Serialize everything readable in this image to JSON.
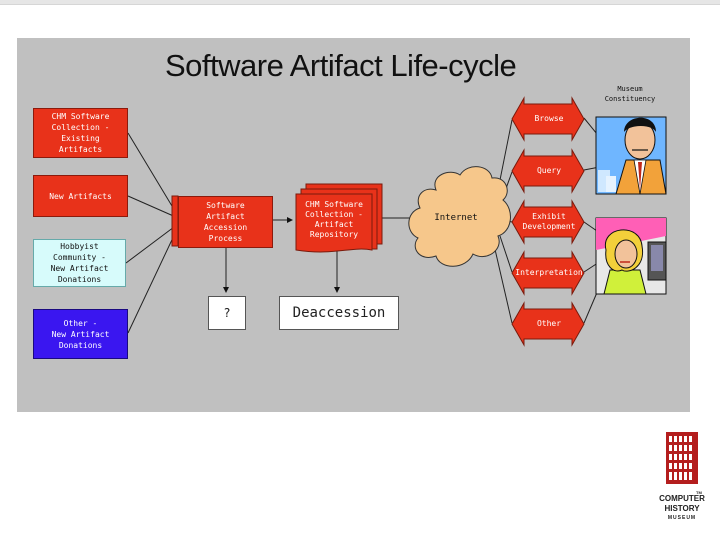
{
  "slide": {
    "title": "Software Artifact Life-cycle",
    "sources": [
      {
        "label": "CHM Software\nCollection -\nExisting\nArtifacts"
      },
      {
        "label": "New Artifacts"
      },
      {
        "label": "Hobbyist\nCommunity -\nNew Artifact\nDonations"
      },
      {
        "label": "Other -\nNew Artifact\nDonations"
      }
    ],
    "accession": "Software\nArtifact\nAccession\nProcess",
    "repository": "CHM Software\nCollection -\nArtifact\nRepository",
    "internet": "Internet",
    "question": "?",
    "deaccession": "Deaccession",
    "constituency": "Museum\nConstituency",
    "uses": [
      {
        "label": "Browse"
      },
      {
        "label": "Query"
      },
      {
        "label": "Exhibit\nDevelopment"
      },
      {
        "label": "Interpretation"
      },
      {
        "label": "Other"
      }
    ]
  },
  "logo": {
    "line1": "COMPUTER",
    "line2": "HISTORY",
    "line3": "MUSEUM",
    "tm": "TM"
  },
  "colors": {
    "panel": "#c0c0c0",
    "red": "#e8321a",
    "blue": "#3a16f0",
    "cyan": "#d7fbfb",
    "cloud": "#f6c78b",
    "logo": "#b41e1e"
  }
}
